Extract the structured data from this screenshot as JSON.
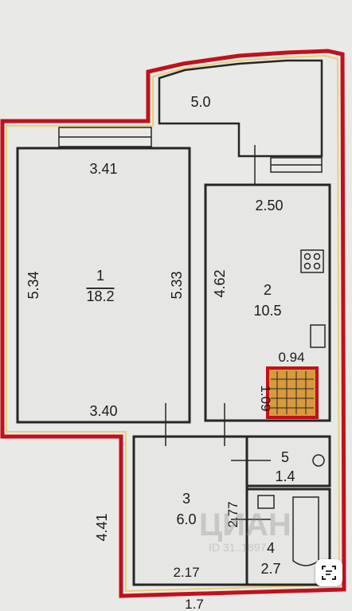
{
  "plan": {
    "rooms": [
      {
        "number": "1",
        "area": "18.2"
      },
      {
        "number": "2",
        "area": "10.5"
      },
      {
        "number": "3",
        "area": "6.0"
      },
      {
        "number": "4",
        "area": "2.7"
      },
      {
        "number": "5",
        "area": "1.4"
      }
    ],
    "balcony_area": "5.0",
    "dims": {
      "room1_top": "3.41",
      "room1_bottom": "3.40",
      "room1_left": "5.34",
      "room1_right": "5.33",
      "kitchen_top": "2.50",
      "kitchen_left": "4.62",
      "vent_width": "0.94",
      "vent_height": "1.09",
      "hall_left": "4.41",
      "hall_bottom": "2.17",
      "hall_right": "2.77"
    },
    "outline_color": "#c0111c",
    "watermark": "ЦИАН",
    "watermark_id": "ID 31..1897",
    "extra": "1.7"
  }
}
